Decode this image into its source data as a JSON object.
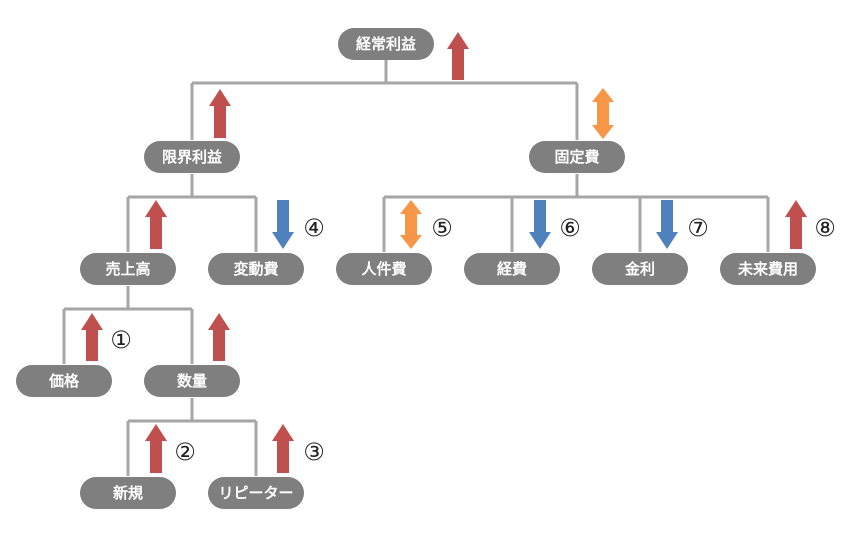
{
  "colors": {
    "node": "#7f7f7f",
    "line": "#a6a6a6",
    "up": "#c0504d",
    "down": "#4f81bd",
    "both": "#f79646"
  },
  "nodes": {
    "keijo": "経常利益",
    "genkai": "限界利益",
    "kotei": "固定費",
    "uriage": "売上高",
    "hendo": "変動費",
    "jinken": "人件費",
    "keihi": "経費",
    "kinri": "金利",
    "mirai": "未来費用",
    "kakaku": "価格",
    "suryo": "数量",
    "shinki": "新規",
    "repeater": "リピーター"
  },
  "markers": [
    "①",
    "②",
    "③",
    "④",
    "⑤",
    "⑥",
    "⑦",
    "⑧"
  ],
  "directions": {
    "keijo": "up",
    "genkai": "up",
    "kotei": "both",
    "uriage": "up",
    "hendo": "down",
    "jinken": "both",
    "keihi": "down",
    "kinri": "down",
    "mirai": "up",
    "kakaku": "up",
    "suryo": "up",
    "shinki": "up",
    "repeater": "up"
  }
}
